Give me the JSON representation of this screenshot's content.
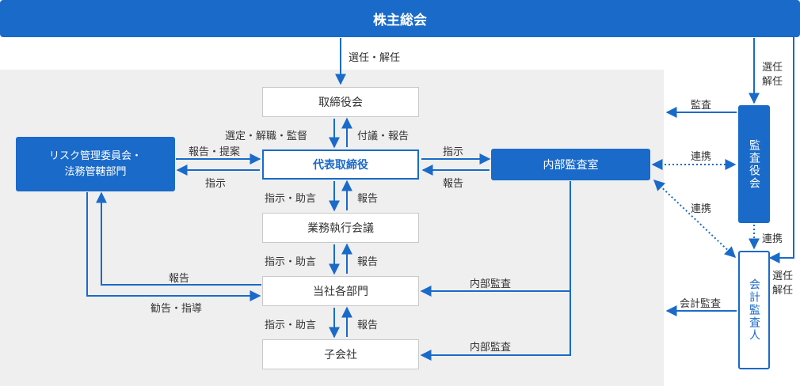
{
  "top": {
    "title": "株主総会"
  },
  "boxes": {
    "board": "取締役会",
    "ceo": "代表取締役",
    "exec_council": "業務執行会議",
    "departments": "当社各部門",
    "subsidiaries": "子会社",
    "audit_office": "内部監査室",
    "risk_committee_line1": "リスク管理委員会・",
    "risk_committee_line2": "法務管轄部門",
    "auditors_board": "監査役会",
    "accounting_auditor": "会計監査人"
  },
  "labels": {
    "elect_dismiss": "選任・解任",
    "select_dismiss_supervise": "選定・解職・監督",
    "agenda_report": "付議・報告",
    "report_proposal": "報告・提案",
    "instruct_left": "指示",
    "instruct_right": "指示",
    "report_right": "報告",
    "instruct_advise_1": "指示・助言",
    "report_1": "報告",
    "instruct_advise_2": "指示・助言",
    "report_2": "報告",
    "instruct_advise_3": "指示・助言",
    "report_3": "報告",
    "report_left": "報告",
    "recommend_guide": "勧告・指導",
    "internal_audit_1": "内部監査",
    "internal_audit_2": "内部監査",
    "audit": "監査",
    "cooperation_1": "連携",
    "cooperation_2": "連携",
    "cooperation_3": "連携",
    "elect_line1_a": "選任",
    "elect_line2_a": "解任",
    "elect_line1_b": "選任",
    "elect_line2_b": "解任",
    "accounting_audit": "会計監査"
  },
  "colors": {
    "accent": "#1a6ac9",
    "background_panel": "#efefef"
  }
}
